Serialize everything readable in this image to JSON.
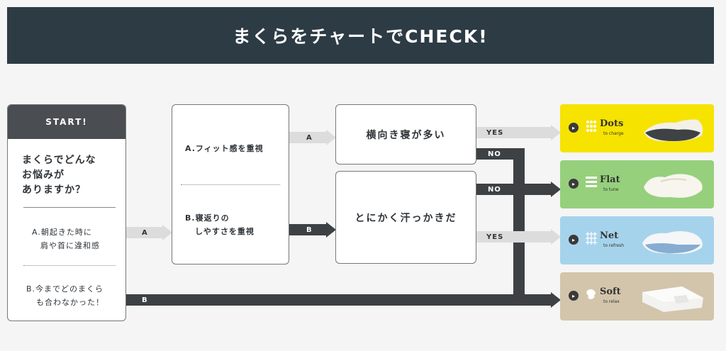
{
  "header": {
    "title": "まくらをチャートでCHECK!"
  },
  "start": {
    "label": "START!",
    "question_lines": [
      "まくらでどんな",
      "お悩みが",
      "ありますか？"
    ],
    "option_a_lines": [
      "A.朝起きた時に",
      "肩や首に違和感"
    ],
    "option_b_lines": [
      "B.今までどのまくら",
      "も合わなかった！"
    ]
  },
  "middle": {
    "option_a": "A.フィット感を重視",
    "option_b_lines": [
      "B.寝返りの",
      "しやすさを重視"
    ]
  },
  "questions": {
    "q1": "横向き寝が多い",
    "q2": "とにかく汗っかきだ"
  },
  "connectors": {
    "a": "A",
    "b": "B",
    "yes": "YES",
    "no": "NO"
  },
  "products": [
    {
      "name": "Dots",
      "sub": "to charge",
      "color": "#f6e300",
      "arrow_icon": "chevron-right-icon"
    },
    {
      "name": "Flat",
      "sub": "to tune",
      "color": "#96d07c",
      "arrow_icon": "chevron-right-icon"
    },
    {
      "name": "Net",
      "sub": "to refresh",
      "color": "#a6d3ec",
      "arrow_icon": "chevron-right-icon"
    },
    {
      "name": "Soft",
      "sub": "to relax",
      "color": "#d3c5ab",
      "arrow_icon": "chevron-right-icon"
    }
  ]
}
